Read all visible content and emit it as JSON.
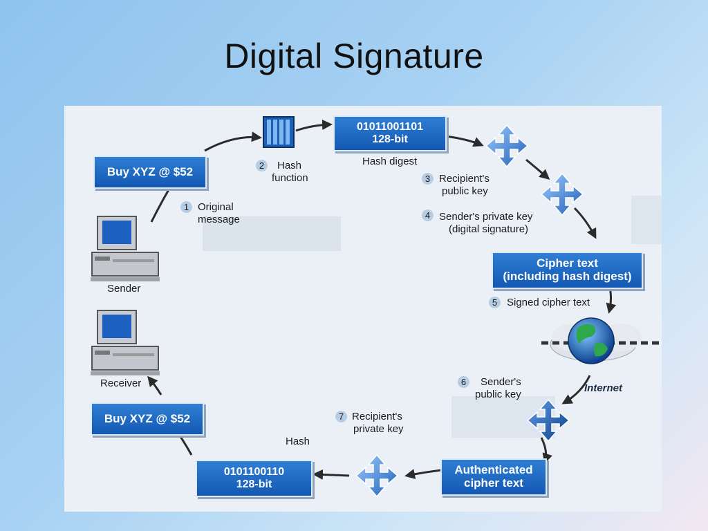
{
  "slide": {
    "title": "Digital Signature"
  },
  "boxes": {
    "buy_top": "Buy XYZ @ $52",
    "digest_line1": "01011001101",
    "digest_line2": "128-bit",
    "cipher_line1": "Cipher text",
    "cipher_line2": "(including hash digest)",
    "auth_line1": "Authenticated",
    "auth_line2": "cipher text",
    "digest2_line1": "0101100110",
    "digest2_line2": "128-bit",
    "buy_bottom": "Buy XYZ @ $52"
  },
  "steps": [
    {
      "n": "1",
      "line1": "Original",
      "line2": "message"
    },
    {
      "n": "2",
      "line1": "Hash",
      "line2": "function"
    },
    {
      "n": "3",
      "line1": "Recipient's",
      "line2": "public key"
    },
    {
      "n": "4",
      "line1": "Sender's private key",
      "line2": "(digital signature)"
    },
    {
      "n": "5",
      "line1": "Signed cipher text",
      "line2": ""
    },
    {
      "n": "6",
      "line1": "Sender's",
      "line2": "public key"
    },
    {
      "n": "7",
      "line1": "Recipient's",
      "line2": "private key"
    }
  ],
  "labels": {
    "hash_digest": "Hash digest",
    "hash": "Hash",
    "sender": "Sender",
    "receiver": "Receiver",
    "internet": "Internet"
  },
  "colors": {
    "box_blue": "#1a64c0",
    "arrow": "#2b2b2b",
    "accent_light": "#b7cde3"
  },
  "icons": [
    "computer-icon",
    "hash-function-icon",
    "key-diamond-icon",
    "globe-cloud-icon"
  ]
}
